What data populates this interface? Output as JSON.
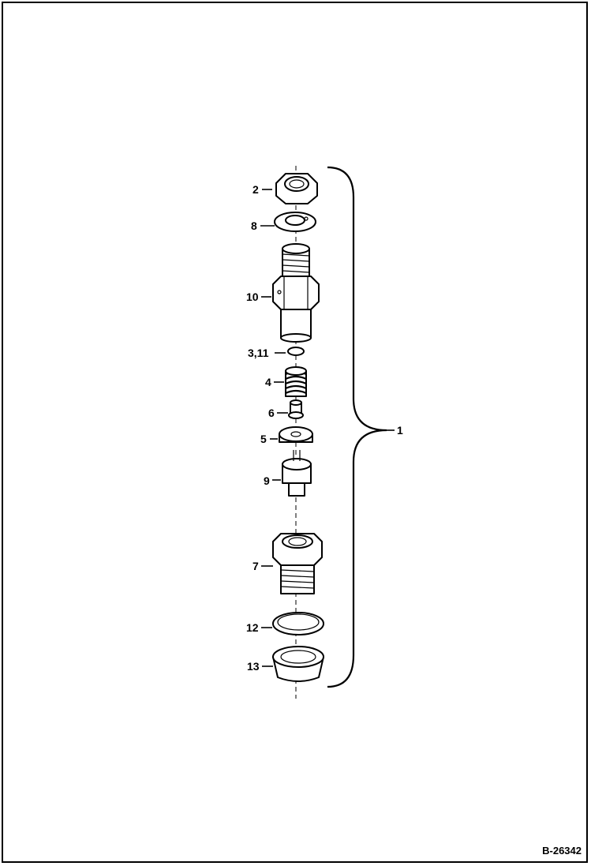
{
  "figure_id": "B-26342",
  "assembly_callout": "1",
  "callouts": [
    {
      "id": "nut",
      "label": "2"
    },
    {
      "id": "washer",
      "label": "8"
    },
    {
      "id": "holder",
      "label": "10"
    },
    {
      "id": "shim",
      "label": "3,11"
    },
    {
      "id": "spring",
      "label": "4"
    },
    {
      "id": "spindle",
      "label": "6"
    },
    {
      "id": "spacer",
      "label": "5"
    },
    {
      "id": "nozzle",
      "label": "9"
    },
    {
      "id": "retaining-nut",
      "label": "7"
    },
    {
      "id": "gasket",
      "label": "12"
    },
    {
      "id": "sleeve",
      "label": "13"
    }
  ]
}
